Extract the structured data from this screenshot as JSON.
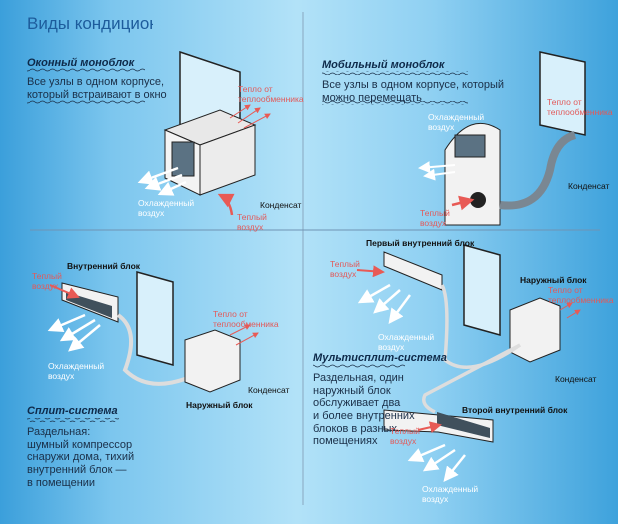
{
  "title": "Виды кондиционеров",
  "window_unit": {
    "heading": "Оконный моноблок",
    "description": "Все узлы в одном корпусе,\nкоторый встраивают в окно",
    "heat_label": "Тепло от\nтеплообменника",
    "cool_label": "Охлажденный\nвоздух",
    "condensate_label": "Конденсат",
    "warm_label": "Теплый\nвоздух"
  },
  "mobile_unit": {
    "heading": "Мобильный моноблок",
    "description": "Все узлы в одном корпусе, который\nможно перемещать",
    "heat_label": "Тепло от\nтеплообменника",
    "cool_label": "Охлажденный\nвоздух",
    "condensate_label": "Конденсат",
    "warm_label": "Теплый\nвоздух"
  },
  "split_system": {
    "heading": "Сплит-система",
    "description": "Раздельная:\nшумный компрессор\nснаружи дома, тихий\nвнутренний блок —\nв помещении",
    "indoor_label": "Внутренний блок",
    "outdoor_label": "Наружный блок",
    "heat_label": "Тепло от\nтеплообменника",
    "cool_label": "Охлажденный\nвоздух",
    "condensate_label": "Конденсат",
    "warm_label": "Теплый\nвоздух"
  },
  "multi_split": {
    "heading": "Мультисплит-система",
    "description": "Раздельная, один\nнаружный блок\nобслуживает два\nи более внутренних\nблоков в разных\nпомещениях",
    "first_indoor_label": "Первый внутренний блок",
    "second_indoor_label": "Второй внутренний блок",
    "outdoor_label": "Наружный блок",
    "heat_label": "Тепло от\nтеплообменника",
    "cool_label": "Охлажденный\nвоздух",
    "cool_label_2": "Охлажденный\nвоздух",
    "condensate_label": "Конденсат",
    "warm_label": "Теплый\nвоздух",
    "warm_label_2": "Теплый\nвоздух"
  }
}
